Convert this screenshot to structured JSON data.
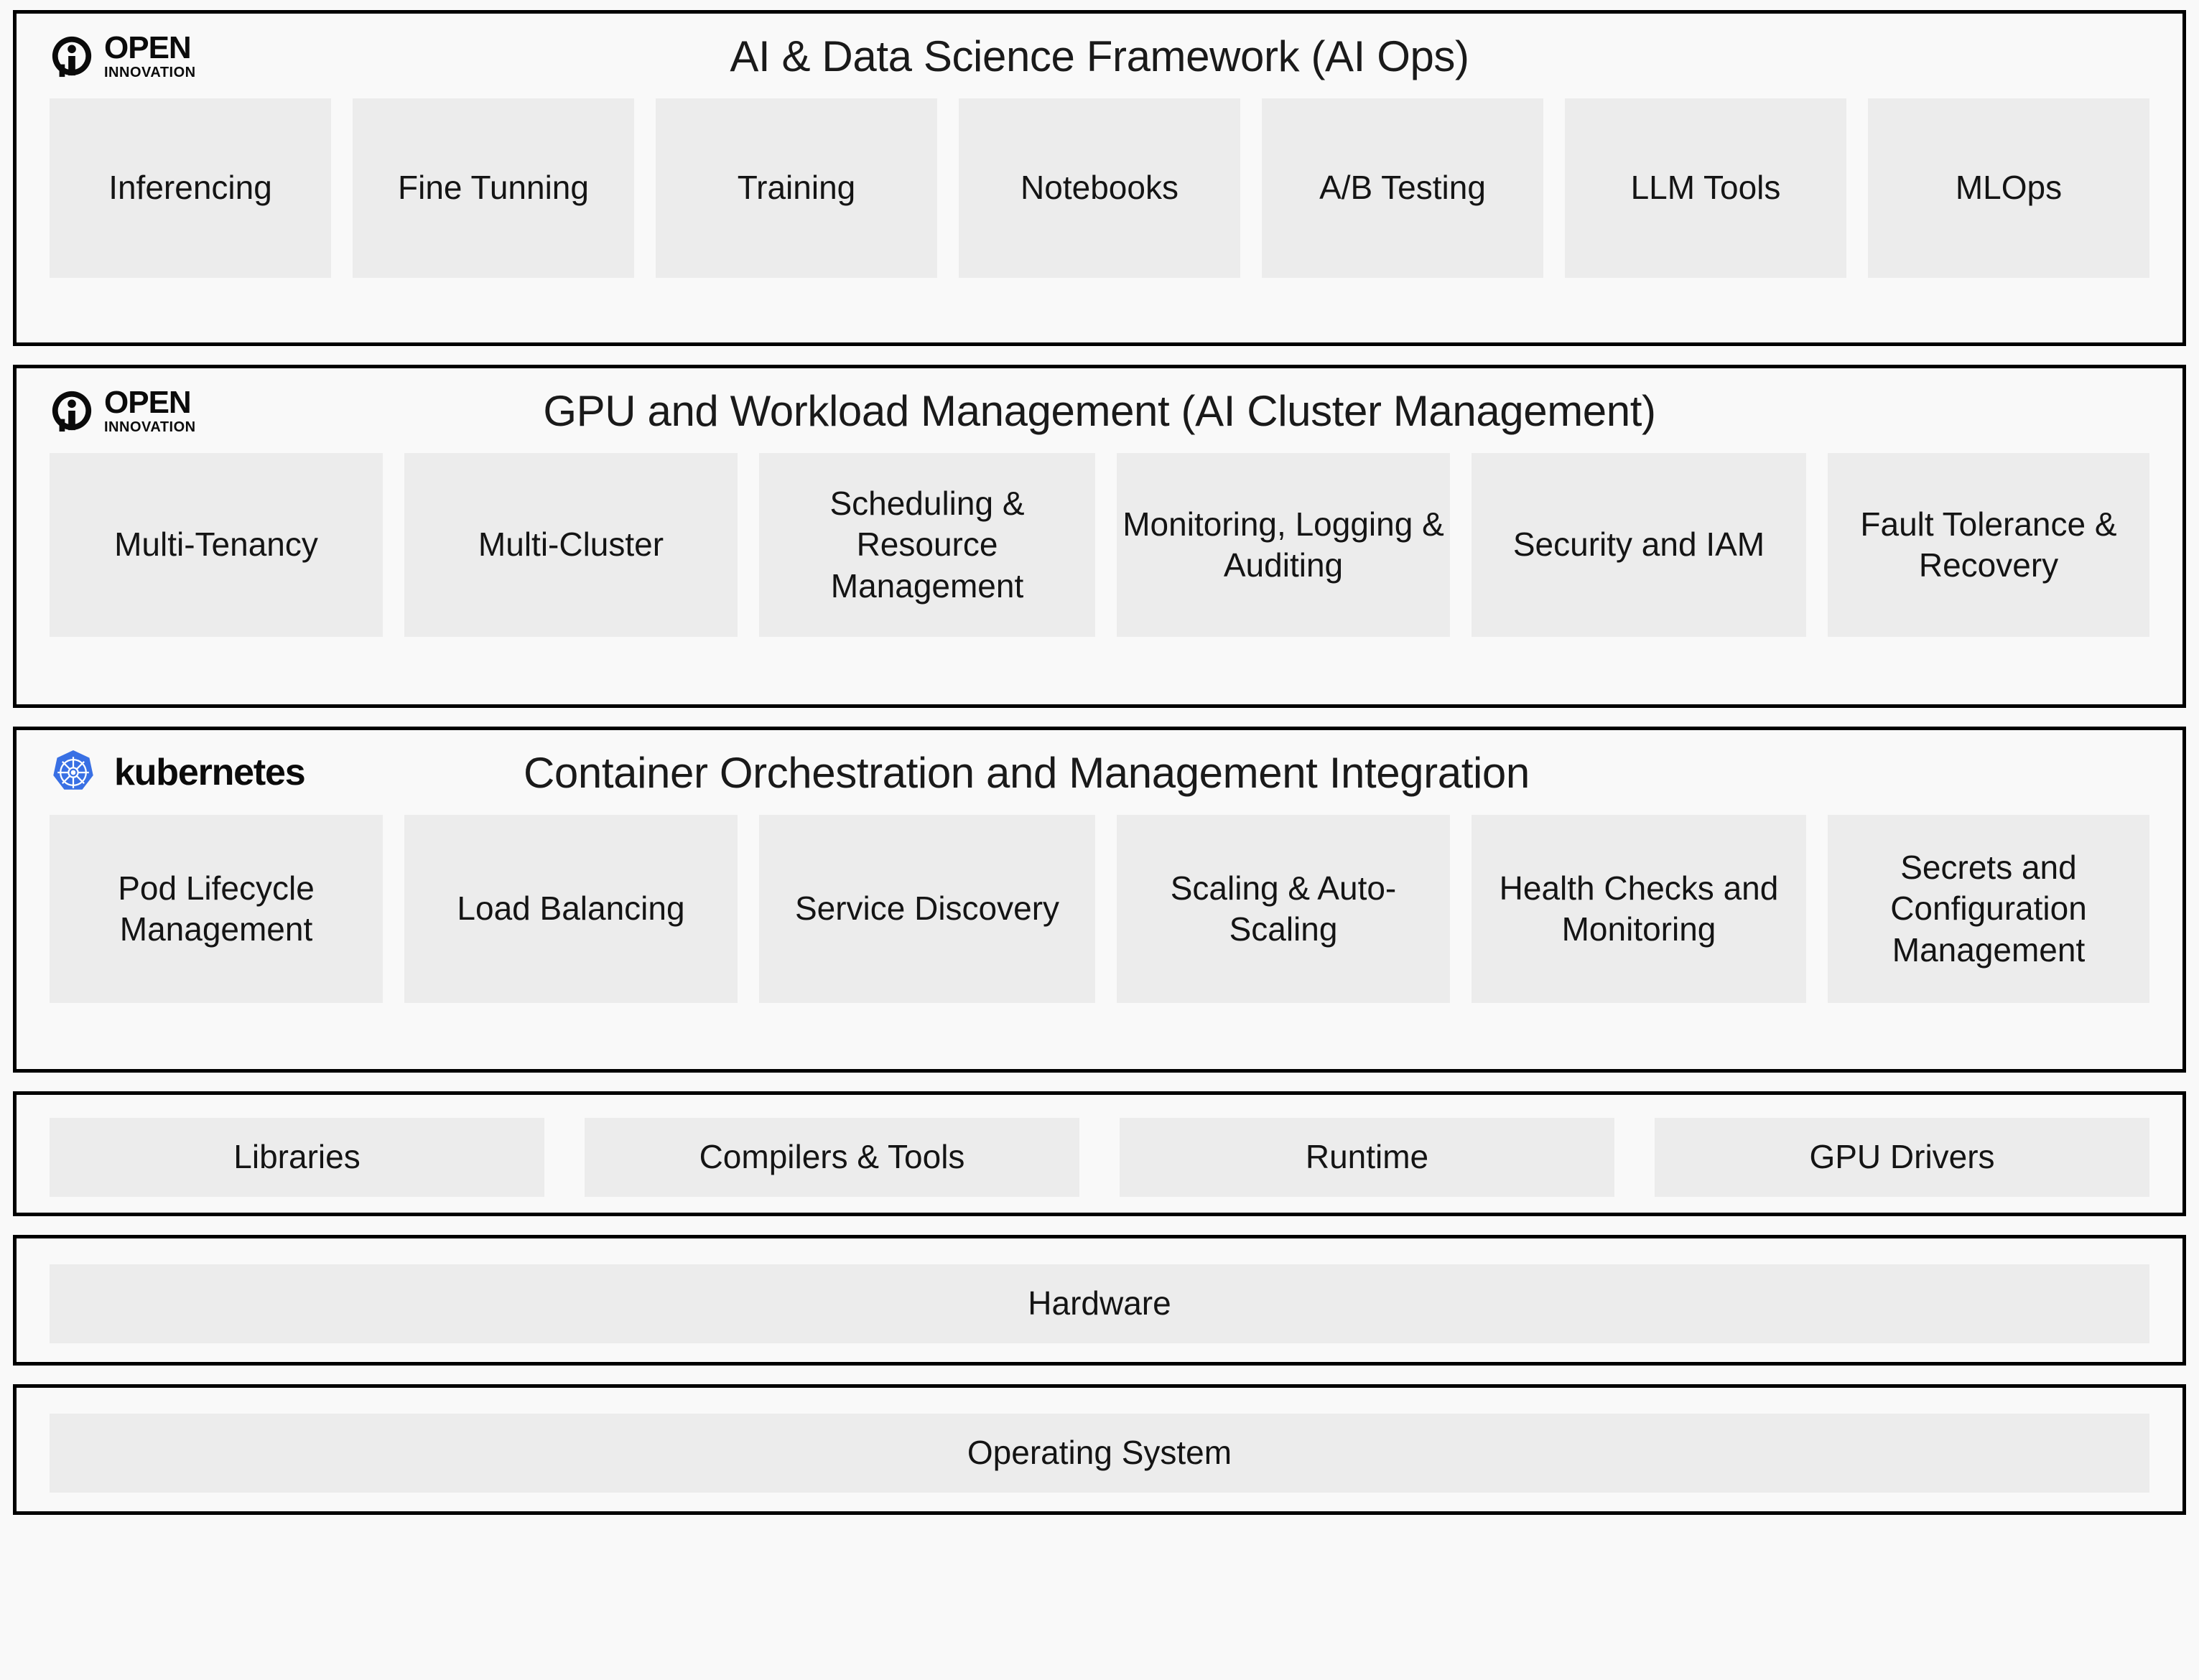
{
  "theme": {
    "background": "#f9f9f9",
    "panel_border": "#000000",
    "tile_fill": "#ececec",
    "text": "#141414",
    "kubernetes_blue": "#3970e4"
  },
  "layers": [
    {
      "id": "ai-data-science-framework",
      "brand": "open-innovation",
      "brand_primary": "OPEN",
      "brand_secondary": "INNOVATION",
      "title": "AI & Data Science Framework (AI Ops)",
      "tiles": [
        "Inferencing",
        "Fine Tunning",
        "Training",
        "Notebooks",
        "A/B Testing",
        "LLM Tools",
        "MLOps"
      ]
    },
    {
      "id": "gpu-workload-management",
      "brand": "open-innovation",
      "brand_primary": "OPEN",
      "brand_secondary": "INNOVATION",
      "title": "GPU and Workload Management (AI Cluster Management)",
      "tiles": [
        "Multi-Tenancy",
        "Multi-Cluster",
        "Scheduling & Resource Management",
        "Monitoring, Logging & Auditing",
        "Security and IAM",
        "Fault Tolerance & Recovery"
      ]
    },
    {
      "id": "container-orchestration",
      "brand": "kubernetes",
      "brand_primary": "kubernetes",
      "title": "Container Orchestration and Management Integration",
      "tiles": [
        "Pod Lifecycle Management",
        "Load Balancing",
        "Service Discovery",
        "Scaling & Auto-Scaling",
        "Health Checks and Monitoring",
        "Secrets and Configuration Management"
      ]
    },
    {
      "id": "runtime-layer",
      "tiles": [
        "Libraries",
        "Compilers & Tools",
        "Runtime",
        "GPU Drivers"
      ]
    },
    {
      "id": "hardware-layer",
      "tiles": [
        "Hardware"
      ]
    },
    {
      "id": "operating-system-layer",
      "tiles": [
        "Operating System"
      ]
    }
  ]
}
